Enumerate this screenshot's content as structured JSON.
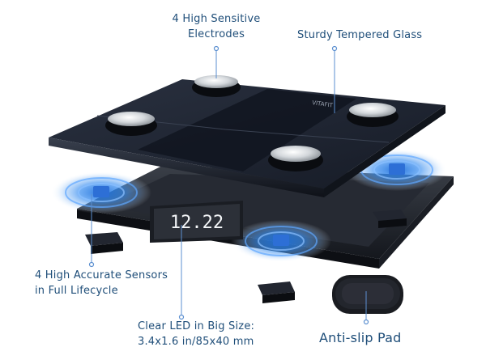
{
  "brand": "VITAFIT",
  "led_reading": "12.22",
  "accent_color": "#3b8fd8",
  "glass_color": "#1c2230",
  "callouts": {
    "electrodes": {
      "line1": "4 High Sensitive",
      "line2": "Electrodes"
    },
    "glass": {
      "line1": "Sturdy Tempered Glass"
    },
    "sensors": {
      "line1": "4 High Accurate Sensors",
      "line2": "in Full Lifecycle"
    },
    "led": {
      "line1": "Clear LED in Big Size:",
      "line2": "3.4x1.6 in/85x40 mm"
    },
    "pad": {
      "line1": "Anti-slip Pad"
    }
  }
}
